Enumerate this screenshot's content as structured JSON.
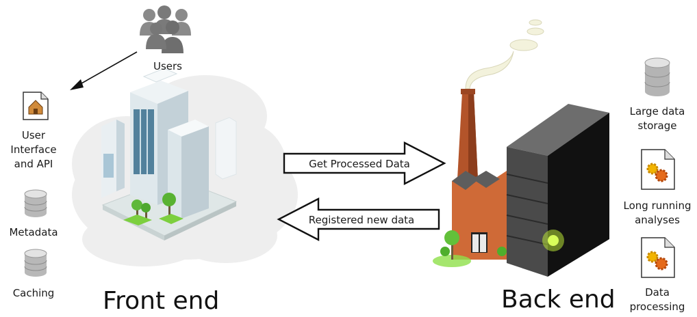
{
  "front_end": {
    "title": "Front end",
    "users_label": "Users",
    "features": [
      {
        "label": "User\nInterface\nand API",
        "icon": "house-document-icon"
      },
      {
        "label": "Metadata",
        "icon": "database-icon"
      },
      {
        "label": "Caching",
        "icon": "database-icon"
      }
    ]
  },
  "back_end": {
    "title": "Back end",
    "features": [
      {
        "label": "Large data\nstorage",
        "icon": "database-icon"
      },
      {
        "label": "Long running\nanalyses",
        "icon": "gears-document-icon"
      },
      {
        "label": "Data\nprocessing",
        "icon": "gears-document-icon"
      }
    ]
  },
  "arrows": {
    "request": "Get Processed Data",
    "register": "Registered new data"
  }
}
